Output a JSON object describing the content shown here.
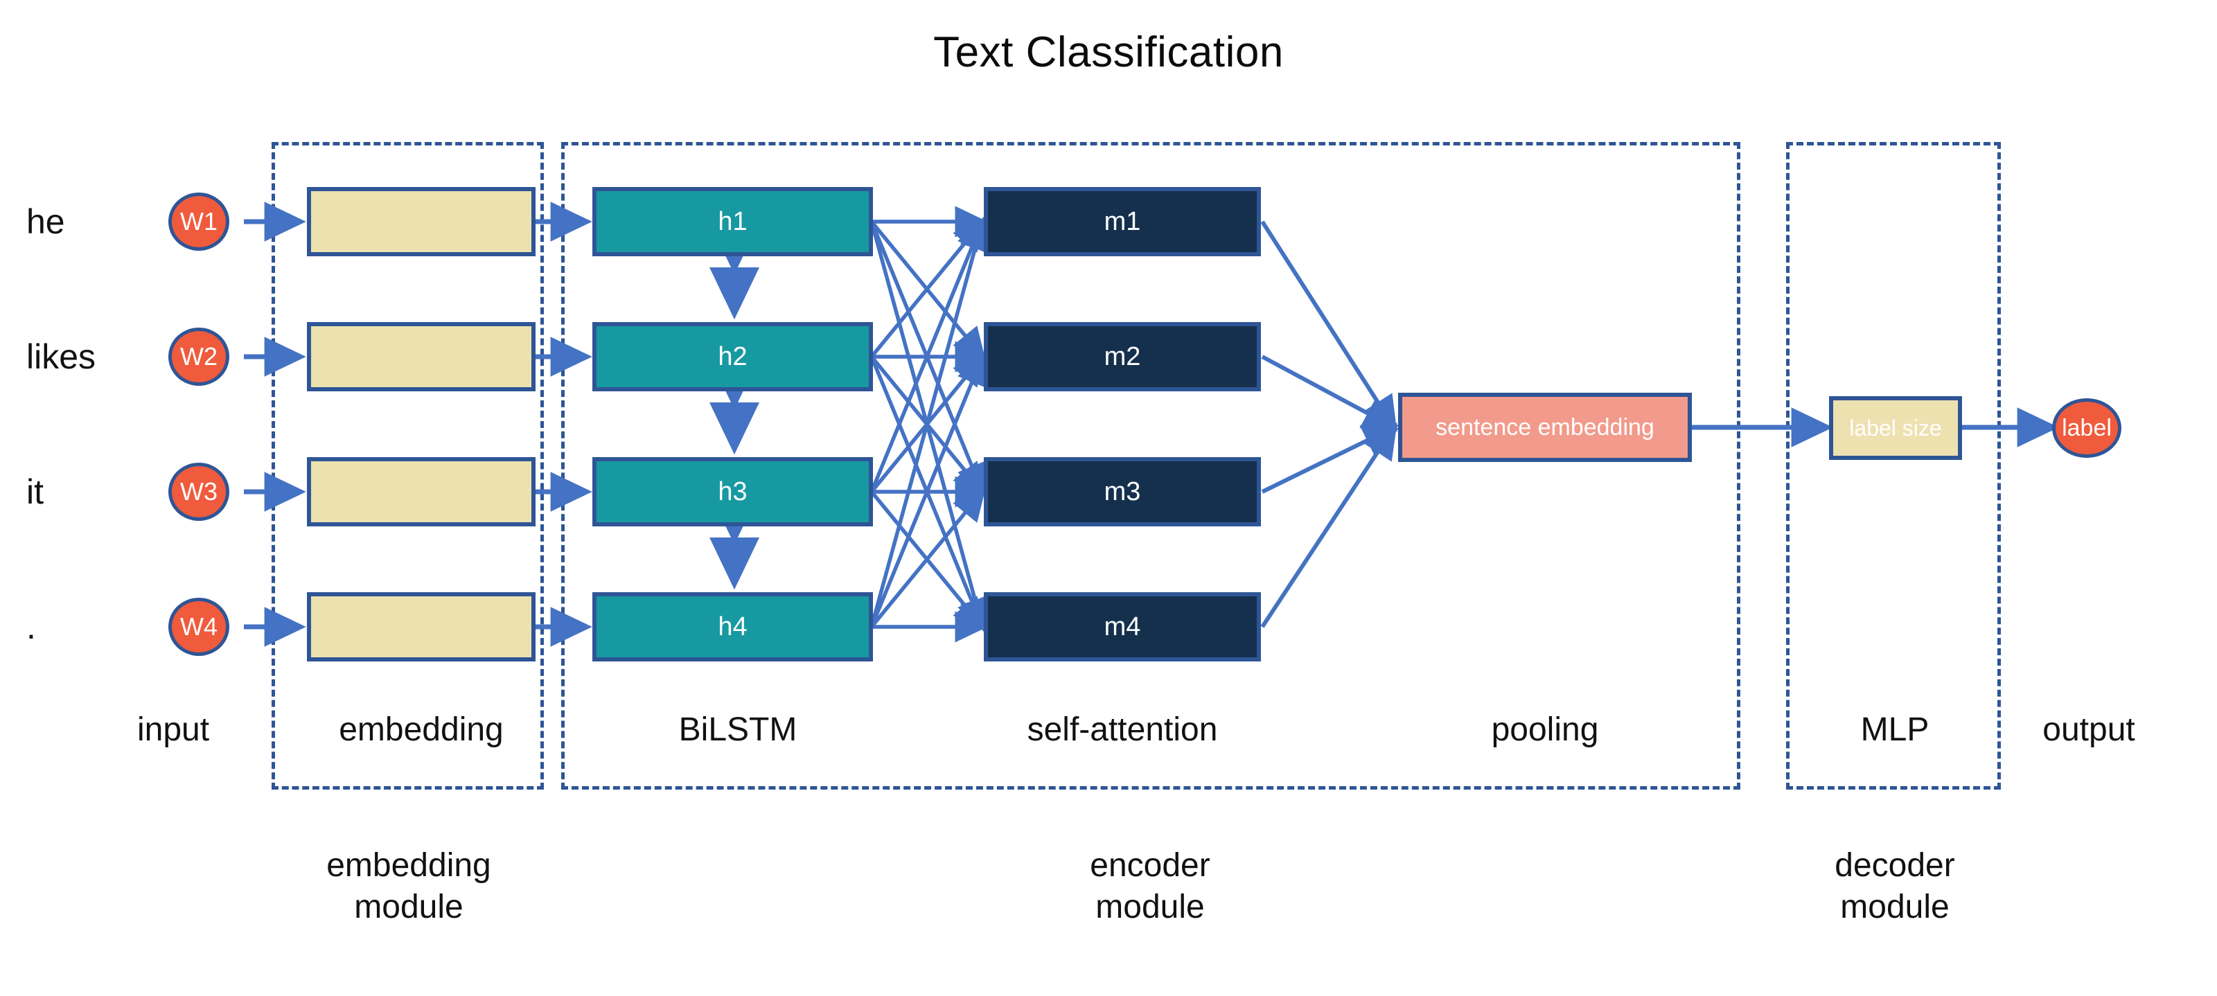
{
  "title": "Text Classification",
  "input": {
    "words": [
      "he",
      "likes",
      "it",
      "."
    ],
    "tokens": [
      "W1",
      "W2",
      "W3",
      "W4"
    ]
  },
  "embedding": {
    "cells": [
      "",
      "",
      "",
      ""
    ]
  },
  "bilstm": {
    "cells": [
      "h1",
      "h2",
      "h3",
      "h4"
    ]
  },
  "self_attention": {
    "cells": [
      "m1",
      "m2",
      "m3",
      "m4"
    ]
  },
  "pooling": {
    "box_label": "sentence embedding"
  },
  "mlp": {
    "box_label": "label size"
  },
  "output": {
    "label": "label"
  },
  "stage_labels": {
    "input": "input",
    "embedding": "embedding",
    "bilstm": "BiLSTM",
    "self_attention": "self-attention",
    "pooling": "pooling",
    "mlp": "MLP",
    "output": "output"
  },
  "module_labels": {
    "embedding": "embedding\nmodule",
    "encoder": "encoder\nmodule",
    "decoder": "decoder\nmodule"
  },
  "colors": {
    "accent_border": "#2e5596",
    "arrow": "#4472c4",
    "token_fill": "#ef5b3c",
    "embedding_fill": "#ede1b0",
    "bilstm_fill": "#1799a2",
    "attention_fill": "#15304c",
    "pooling_fill": "#f29a8b",
    "background": "#ffffff",
    "text_dark": "#111111",
    "text_light": "#ffffff"
  }
}
